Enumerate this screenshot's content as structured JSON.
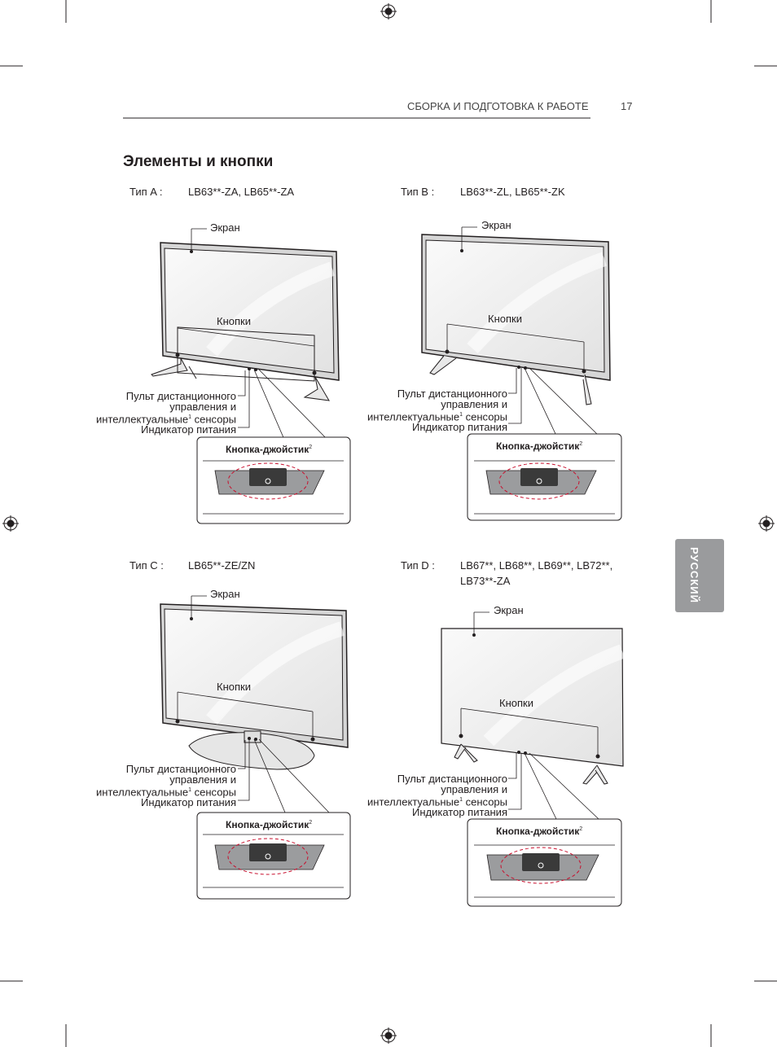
{
  "header": {
    "section": "СБОРКА И ПОДГОТОВКА К РАБОТЕ",
    "page_number": "17"
  },
  "title": "Элементы и кнопки",
  "side_tab": "РУССКИЙ",
  "labels": {
    "screen": "Экран",
    "buttons": "Кнопки",
    "remote_line1": "Пульт дистанционного",
    "remote_line2": "управления и",
    "remote_line3a": "интеллектуальные",
    "sup1": "1",
    "remote_line3b": "сенсоры",
    "power": "Индикатор питания",
    "joystick": "Кнопка-джойстик",
    "sup2": "2"
  },
  "types": [
    {
      "name": "Тип A :",
      "models": "LB63**-ZA, LB65**-ZA"
    },
    {
      "name": "Тип B :",
      "models": "LB63**-ZL, LB65**-ZK"
    },
    {
      "name": "Тип C :",
      "models": "LB65**-ZE/ZN"
    },
    {
      "name": "Тип D :",
      "models": "LB67**, LB68**, LB69**, LB72**,",
      "models2": "LB73**-ZA"
    }
  ]
}
